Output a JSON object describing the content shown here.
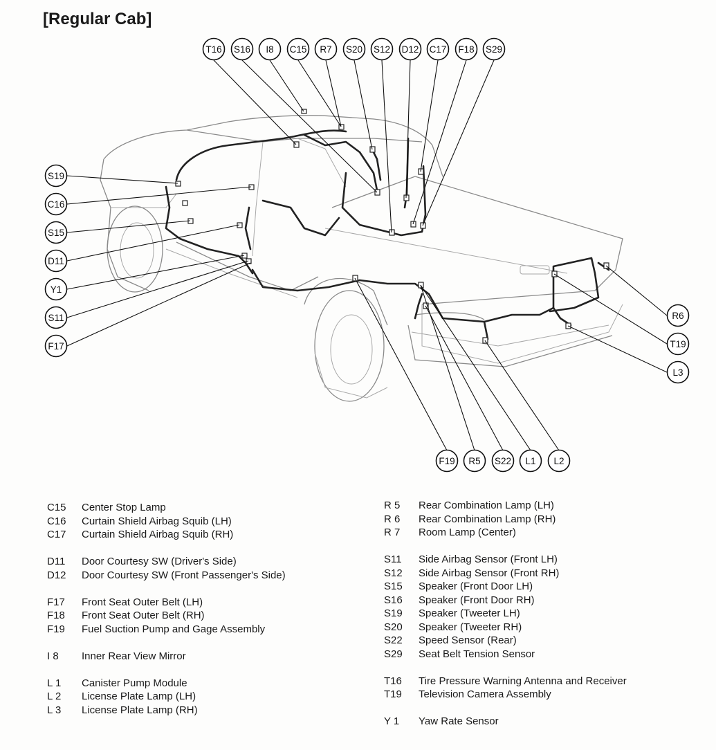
{
  "title": "[Regular Cab]",
  "callouts": [
    {
      "code": "T16"
    },
    {
      "code": "S16"
    },
    {
      "code": "I8"
    },
    {
      "code": "C15"
    },
    {
      "code": "R7"
    },
    {
      "code": "S20"
    },
    {
      "code": "S12"
    },
    {
      "code": "D12"
    },
    {
      "code": "C17"
    },
    {
      "code": "F18"
    },
    {
      "code": "S29"
    },
    {
      "code": "S19"
    },
    {
      "code": "C16"
    },
    {
      "code": "S15"
    },
    {
      "code": "D11"
    },
    {
      "code": "Y1"
    },
    {
      "code": "S11"
    },
    {
      "code": "F17"
    },
    {
      "code": "R6"
    },
    {
      "code": "T19"
    },
    {
      "code": "L3"
    },
    {
      "code": "F19"
    },
    {
      "code": "R5"
    },
    {
      "code": "S22"
    },
    {
      "code": "L1"
    },
    {
      "code": "L2"
    }
  ],
  "legend_left": [
    [
      {
        "code": "C15",
        "label": "Center Stop Lamp"
      },
      {
        "code": "C16",
        "label": "Curtain Shield Airbag Squib (LH)"
      },
      {
        "code": "C17",
        "label": "Curtain Shield Airbag Squib (RH)"
      }
    ],
    [
      {
        "code": "D11",
        "label": "Door Courtesy SW (Driver's Side)"
      },
      {
        "code": "D12",
        "label": "Door Courtesy SW (Front Passenger's Side)"
      }
    ],
    [
      {
        "code": "F17",
        "label": "Front Seat Outer Belt (LH)"
      },
      {
        "code": "F18",
        "label": "Front Seat Outer Belt (RH)"
      },
      {
        "code": "F19",
        "label": "Fuel Suction Pump and Gage Assembly"
      }
    ],
    [
      {
        "code": "I 8",
        "label": "Inner Rear View Mirror"
      }
    ],
    [
      {
        "code": "L 1",
        "label": "Canister Pump Module"
      },
      {
        "code": "L 2",
        "label": "License Plate Lamp (LH)"
      },
      {
        "code": "L 3",
        "label": "License Plate Lamp (RH)"
      }
    ]
  ],
  "legend_right": [
    [
      {
        "code": "R 5",
        "label": "Rear Combination Lamp (LH)"
      },
      {
        "code": "R 6",
        "label": "Rear Combination Lamp (RH)"
      },
      {
        "code": "R 7",
        "label": "Room Lamp (Center)"
      }
    ],
    [
      {
        "code": "S11",
        "label": "Side Airbag Sensor (Front LH)"
      },
      {
        "code": "S12",
        "label": "Side Airbag Sensor (Front RH)"
      },
      {
        "code": "S15",
        "label": "Speaker (Front Door LH)"
      },
      {
        "code": "S16",
        "label": "Speaker (Front Door RH)"
      },
      {
        "code": "S19",
        "label": "Speaker (Tweeter LH)"
      },
      {
        "code": "S20",
        "label": "Speaker (Tweeter RH)"
      },
      {
        "code": "S22",
        "label": "Speed Sensor (Rear)"
      },
      {
        "code": "S29",
        "label": "Seat Belt Tension Sensor"
      }
    ],
    [
      {
        "code": "T16",
        "label": "Tire Pressure Warning Antenna and Receiver"
      },
      {
        "code": "T19",
        "label": "Television Camera Assembly"
      }
    ],
    [
      {
        "code": "Y 1",
        "label": "Yaw Rate Sensor"
      }
    ]
  ]
}
